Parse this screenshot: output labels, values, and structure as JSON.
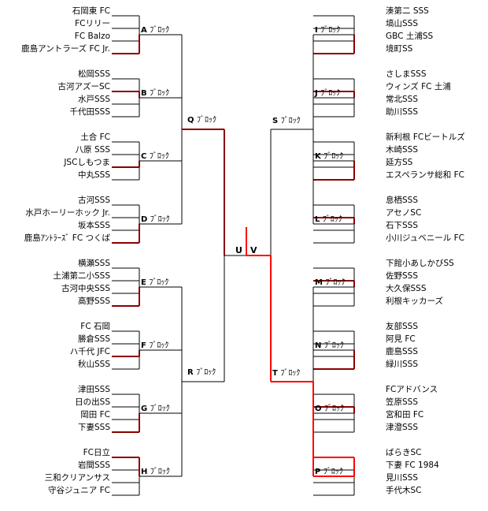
{
  "colors": {
    "line": "#000000",
    "winner": "#8b0000",
    "champion": "#ff0000"
  },
  "final": {
    "left": "U",
    "right": "V"
  },
  "left": {
    "groups": [
      {
        "id": "A",
        "suffix": "ﾌﾞﾛｯｸ",
        "teams": [
          "石岡東 FC",
          "FCリリー",
          "FC Balzo",
          "鹿島アントラーズ FC Jr."
        ],
        "winner": 3
      },
      {
        "id": "B",
        "suffix": "ﾌﾞﾛｯｸ",
        "teams": [
          "松岡SSS",
          "古河アズーSC",
          "水戸SSS",
          "千代田SSS"
        ],
        "winner": 1
      },
      {
        "id": "C",
        "suffix": "ﾌﾞﾛｯｸ",
        "teams": [
          "土合 FC",
          "八原 SSS",
          "JSCしもつま",
          "中丸SSS"
        ],
        "winner": 2
      },
      {
        "id": "D",
        "suffix": "ﾌﾞﾛｯｸ",
        "teams": [
          "古河SSS",
          "水戸ホーリーホック Jr.",
          "坂本SSS",
          "鹿島ｱﾝﾄﾗｰｽﾞ FC つくば"
        ],
        "winner": 3
      },
      {
        "id": "E",
        "suffix": "ﾌﾞﾛｯｸ",
        "teams": [
          "横瀬SSS",
          "土浦第二小SSS",
          "古河中央SSS",
          "高野SSS"
        ],
        "winner": 3
      },
      {
        "id": "F",
        "suffix": "ﾌﾞﾛｯｸ",
        "teams": [
          "FC 石岡",
          "勝倉SSS",
          "ハ千代 JFC",
          "秋山SSS"
        ],
        "winner": 2
      },
      {
        "id": "G",
        "suffix": "ﾌﾞﾛｯｸ",
        "teams": [
          "津田SSS",
          "日の出SS",
          "岡田 FC",
          "下妻SSS"
        ],
        "winner": 3
      },
      {
        "id": "H",
        "suffix": "ﾌﾞﾛｯｸ",
        "teams": [
          "FC日立",
          "岩間SSS",
          "三和クリアンサス",
          "守谷ジュニア FC"
        ],
        "winner": 0
      }
    ],
    "semis": [
      {
        "id": "Q",
        "suffix": "ﾌﾞﾛｯｸ"
      },
      {
        "id": "R",
        "suffix": "ﾌﾞﾛｯｸ"
      }
    ]
  },
  "right": {
    "groups": [
      {
        "id": "I",
        "suffix": "ﾌﾞﾛｯｸ",
        "teams": [
          "湊第二 SSS",
          "塙山SSS",
          "GBC 土浦SS",
          "境町SS"
        ],
        "winner": 3
      },
      {
        "id": "J",
        "suffix": "ﾌﾞﾛｯｸ",
        "teams": [
          "さしまSSS",
          "ウィンズ FC 土浦",
          "常北SSS",
          "助川SSS"
        ],
        "winner": 1
      },
      {
        "id": "K",
        "suffix": "ﾌﾞﾛｯｸ",
        "teams": [
          "新利根 FCビートルズ",
          "木崎SSS",
          "延方SS",
          "エスペランサ総和 FC"
        ],
        "winner": 3
      },
      {
        "id": "L",
        "suffix": "ﾌﾞﾛｯｸ",
        "teams": [
          "息栖SSS",
          "アセノSC",
          "石下SSS",
          "小川ジュベニール FC"
        ],
        "winner": 1
      },
      {
        "id": "M",
        "suffix": "ﾌﾞﾛｯｸ",
        "teams": [
          "下館小あしかびSS",
          "佐野SSS",
          "大久保SSS",
          "利根キッカーズ"
        ],
        "winner": 1
      },
      {
        "id": "N",
        "suffix": "ﾌﾞﾛｯｸ",
        "teams": [
          "友部SSS",
          "阿見 FC",
          "鹿島SSS",
          "緑川SSS"
        ],
        "winner": 3
      },
      {
        "id": "O",
        "suffix": "ﾌﾞﾛｯｸ",
        "teams": [
          "FCアドバンス",
          "笠原SSS",
          "宮和田 FC",
          "津澄SSS"
        ],
        "winner": 1
      },
      {
        "id": "P",
        "suffix": "ﾌﾞﾛｯｸ",
        "teams": [
          "ばらきSC",
          "下妻 FC 1984",
          "見川SSS",
          "手代木SC"
        ],
        "winner": 0
      }
    ],
    "semis": [
      {
        "id": "S",
        "suffix": "ﾌﾞﾛｯｸ"
      },
      {
        "id": "T",
        "suffix": "ﾌﾞﾛｯｸ"
      }
    ]
  }
}
